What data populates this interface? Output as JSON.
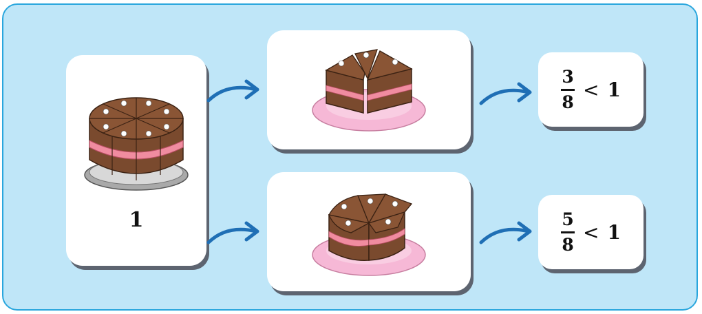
{
  "whole_cake": {
    "label": "1",
    "illustration": "whole-cake-8-slices"
  },
  "part_cakes": [
    {
      "illustration": "cake-3-slices",
      "slices_shown": 3,
      "slices_total": 8
    },
    {
      "illustration": "cake-5-slices",
      "slices_shown": 5,
      "slices_total": 8
    }
  ],
  "comparisons": [
    {
      "numerator": "3",
      "denominator": "8",
      "relation": "<",
      "rhs": "1"
    },
    {
      "numerator": "5",
      "denominator": "8",
      "relation": "<",
      "rhs": "1"
    }
  ],
  "colors": {
    "background": "#bfe6f8",
    "frame_border": "#29a6dd",
    "arrow": "#1f6fb5",
    "cake_brown": "#7a4a2e",
    "cream_filling": "#f08ca0",
    "plate_pink": "#f6b8d6",
    "plate_grey": "#b0b0b0"
  },
  "icons": [
    "curved-arrow-icon"
  ]
}
